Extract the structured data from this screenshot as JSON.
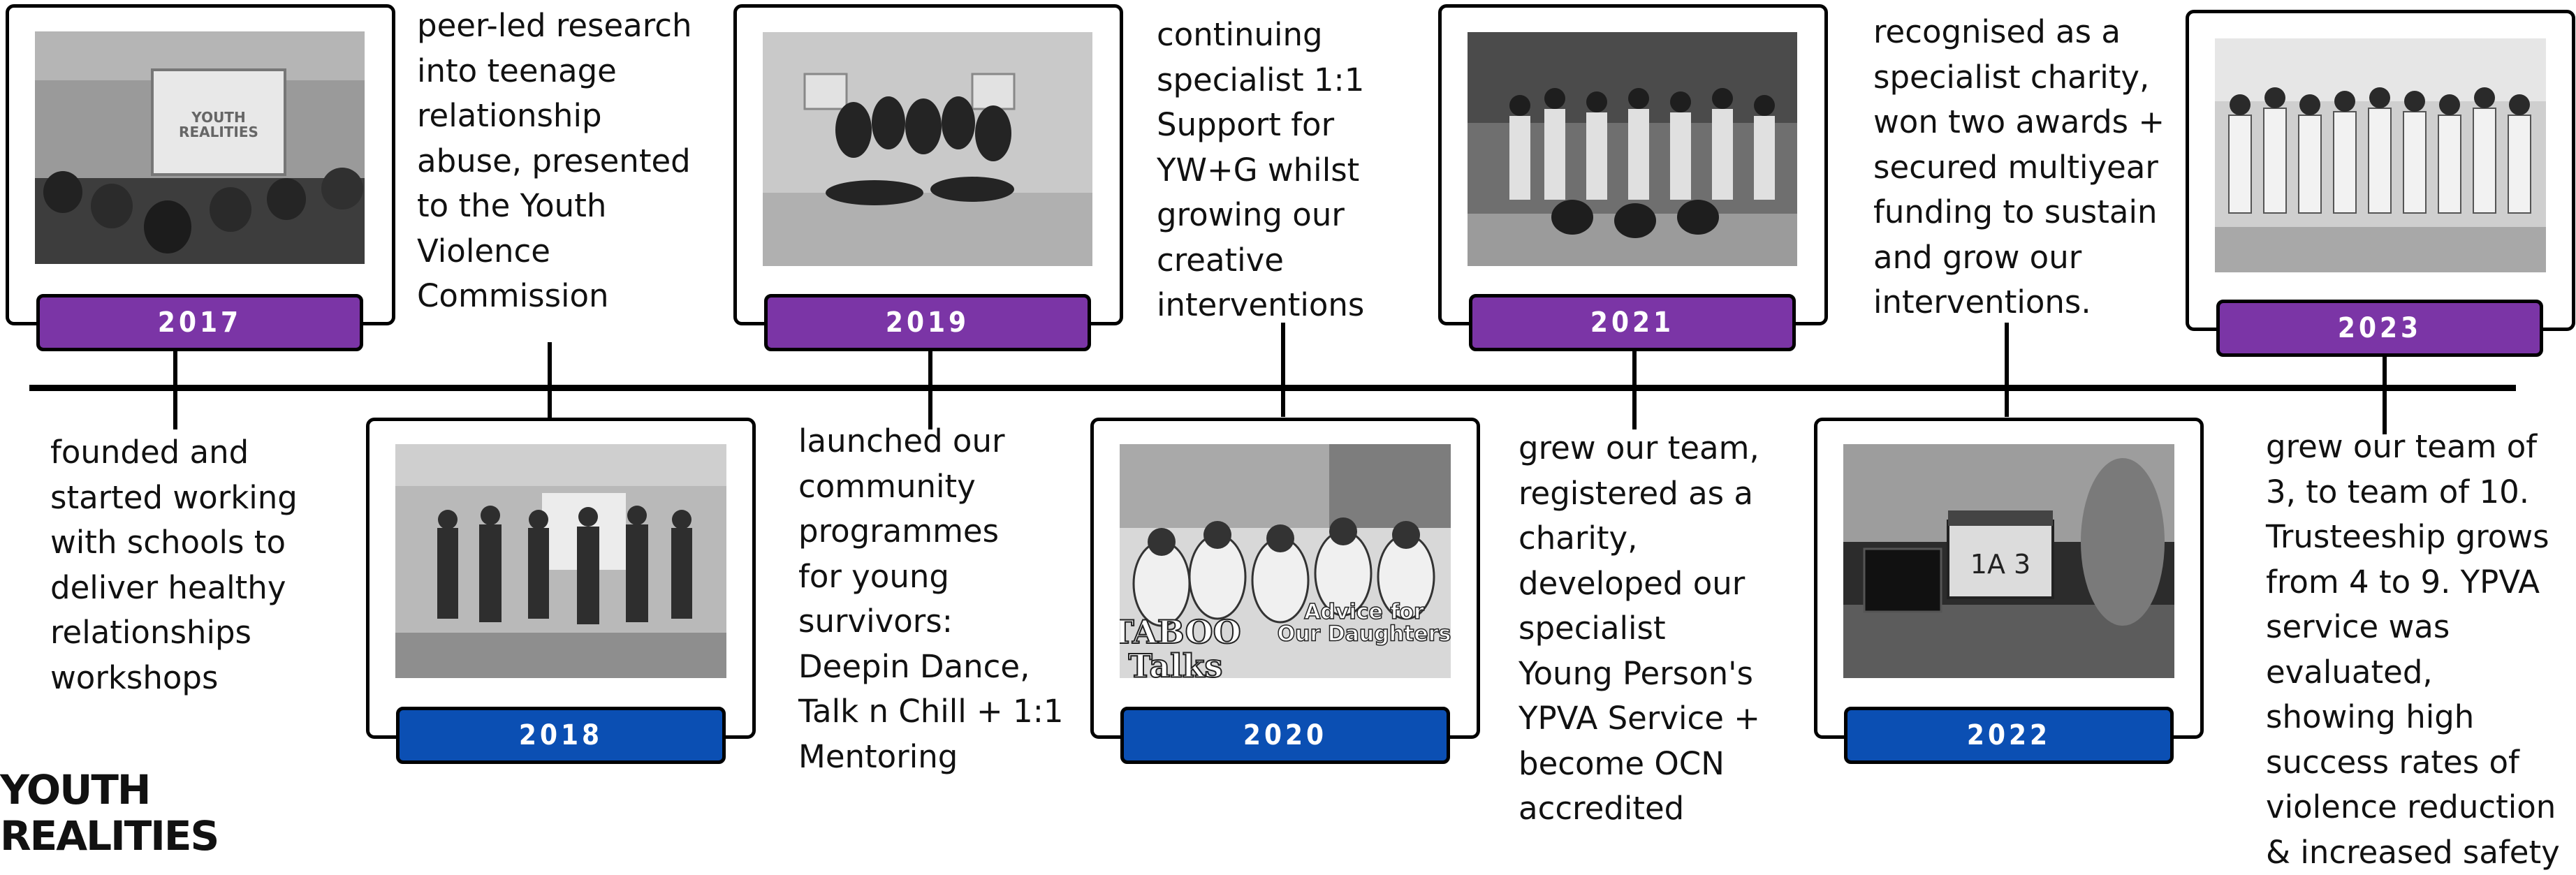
{
  "milestones": [
    {
      "year": "2017",
      "text": "founded and\nstarted working\nwith schools to\ndeliver healthy\nrelationships\nworkshops",
      "photo_text": "YOUTH\nREALITIES"
    },
    {
      "year": "2018",
      "text": "peer-led research\ninto teenage\nrelationship\nabuse, presented\nto the Youth\nViolence\nCommission"
    },
    {
      "year": "2019",
      "text": "launched our\ncommunity\nprogrammes\nfor young\nsurvivors:\nDeepin Dance,\nTalk n Chill + 1:1\nMentoring"
    },
    {
      "year": "2020",
      "text": "continuing\nspecialist 1:1\nSupport for\nYW+G whilst\ngrowing our\ncreative\ninterventions",
      "photo_text_left": "TABOO\nTalks",
      "photo_text_right": "Advice for\nOur Daughters"
    },
    {
      "year": "2021",
      "text": "grew our team,\nregistered as a\ncharity,\ndeveloped our\nspecialist\nYoung Person's\nYPVA Service +\nbecome OCN\naccredited"
    },
    {
      "year": "2022",
      "text": "recognised as a\nspecialist charity,\nwon two awards +\nsecured multiyear\nfunding to sustain\nand grow our\ninterventions.",
      "photo_text": "1A 3"
    },
    {
      "year": "2023",
      "text": "grew our team of\n3, to team of 10.\nTrusteeship grows\nfrom 4 to 9. YPVA\nservice was\nevaluated,\nshowing high\nsuccess rates of\nviolence reduction\n& increased safety"
    }
  ],
  "logo": {
    "text": "YOUTH\nREALITIES"
  },
  "colors": {
    "top_year_badge": "#7b35a6",
    "bottom_year_badge": "#0b4fb3",
    "axis": "#000000"
  }
}
